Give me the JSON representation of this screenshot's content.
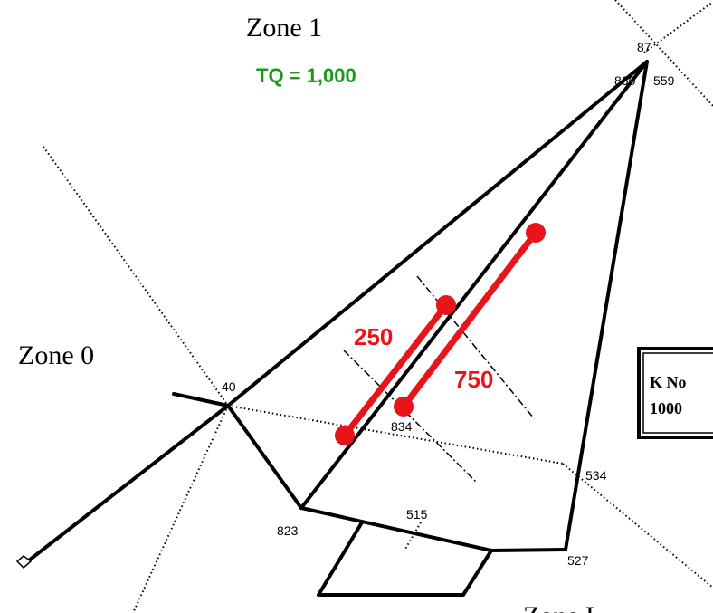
{
  "zones": {
    "zone1": "Zone 1",
    "zone0": "Zone 0",
    "zoneL": "Zone L"
  },
  "tq": {
    "text": "TQ = 1,000",
    "color": "#1a9a1a"
  },
  "nodes": {
    "n87": "87",
    "n860": "860",
    "n559": "559",
    "n40": "40",
    "n834": "834",
    "n534": "534",
    "n823": "823",
    "n515": "515",
    "n527": "527"
  },
  "segments": {
    "left_value": "250",
    "right_value": "750",
    "color": "#e8141a"
  },
  "note_box": {
    "line1": "K No",
    "line2": "1000"
  }
}
